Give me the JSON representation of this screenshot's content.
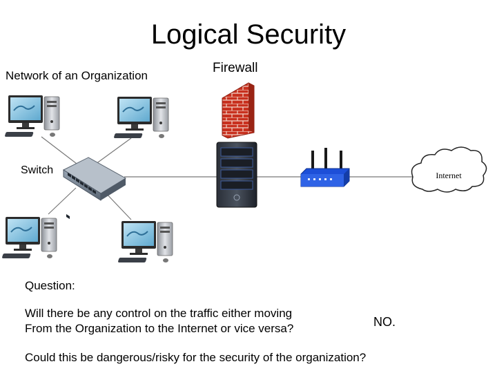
{
  "slide": {
    "title": "Logical Security",
    "org_label": "Network of an Organization",
    "firewall_label": "Firewall",
    "switch_label": "Switch",
    "question_heading": "Question:",
    "question_line1": "Will there be any control on the traffic either moving",
    "question_line2": "From the Organization to the Internet or vice versa?",
    "answer": "NO.",
    "question2": "Could this be dangerous/risky for the security of the organization?",
    "internet_label": "Internet"
  },
  "icons": [
    "computer-icon",
    "switch-icon",
    "firewall-brick-wall-icon",
    "server-icon",
    "router-icon",
    "cloud-icon"
  ],
  "colors": {
    "router_blue": "#1d4fd8",
    "brick_red": "#c8301e"
  }
}
